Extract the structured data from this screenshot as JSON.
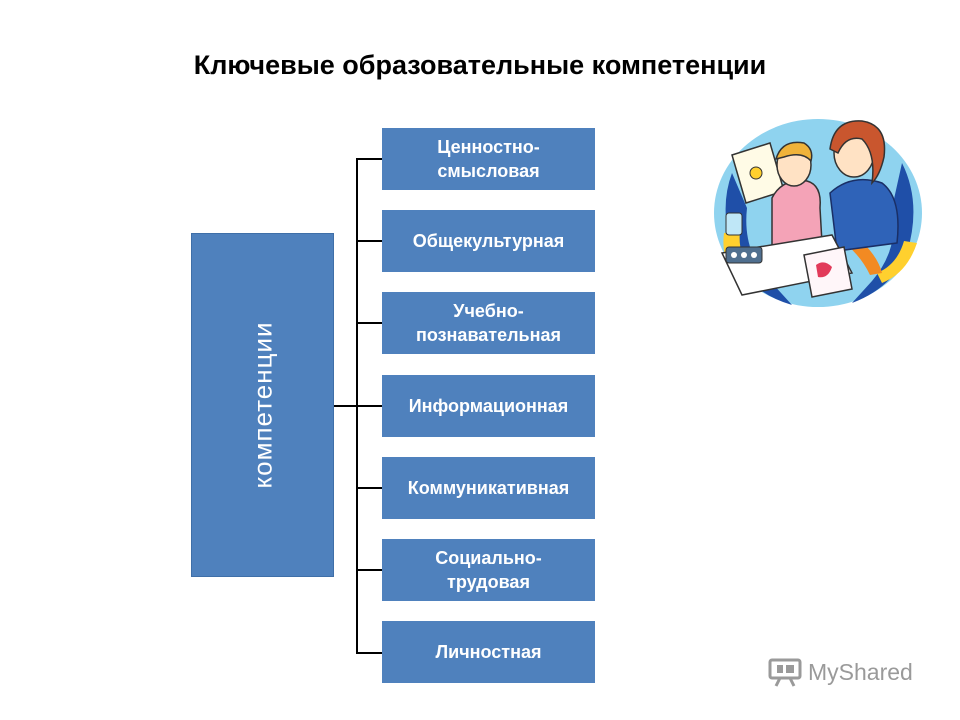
{
  "title": "Ключевые образовательные компетенции",
  "root": {
    "label": "компетенции"
  },
  "items": [
    "Ценностно-\nсмысловая",
    "Общекультурная",
    "Учебно-\nпознавательная",
    "Информационная",
    "Коммуникативная",
    "Социально-\nтрудовая",
    "Личностная"
  ],
  "colors": {
    "box_fill": "#4f81bd",
    "box_text": "#ffffff",
    "connector": "#000000"
  },
  "watermark": {
    "text": "MyShared"
  }
}
